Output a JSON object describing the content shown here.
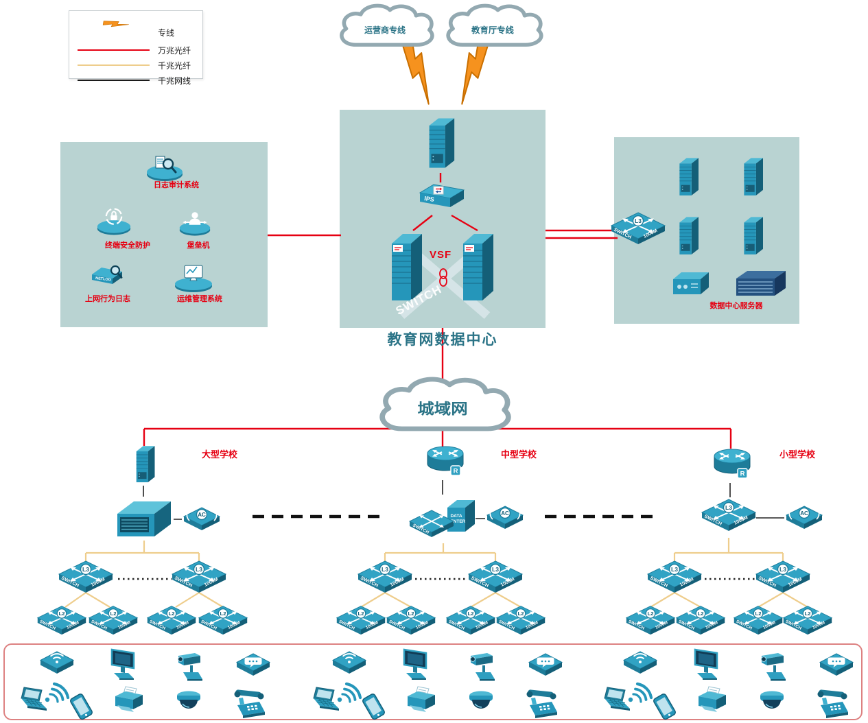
{
  "legend": {
    "items": [
      {
        "label": "专线"
      },
      {
        "label": "万兆光纤",
        "color": "#e60012"
      },
      {
        "label": "千兆光纤",
        "color": "#eecd8c"
      },
      {
        "label": "千兆网线",
        "color": "#1a1a1a"
      }
    ]
  },
  "clouds": {
    "carrier": "运营商专线",
    "education": "教育厅专线",
    "man": "城域网"
  },
  "datacenter": {
    "title": "教育网数据中心"
  },
  "security_zone": {
    "items": [
      {
        "label": "日志审计系统"
      },
      {
        "label": "终端安全防护"
      },
      {
        "label": "堡垒机"
      },
      {
        "label": "上网行为日志"
      },
      {
        "label": "运维管理系统"
      }
    ]
  },
  "server_zone": {
    "label": "数据中心服务器"
  },
  "schools": {
    "large": "大型学校",
    "medium": "中型学校",
    "small": "小型学校"
  },
  "labels": {
    "l3": "L3",
    "l2": "L2",
    "ac": "AC",
    "r": "R",
    "switch": "SWITCH",
    "m1000": "1000M",
    "data": "DATA",
    "center": "CENTER",
    "ips": "IPS",
    "vsf": "VSF",
    "netlog": "NETLOG"
  },
  "colors": {
    "line_10g": "#e60012",
    "line_1g": "#eecd8c",
    "line_cable": "#1a1a1a",
    "device_teal": "#2596ba",
    "panel": "#b9d3d2",
    "lightning": "#f6921e"
  }
}
